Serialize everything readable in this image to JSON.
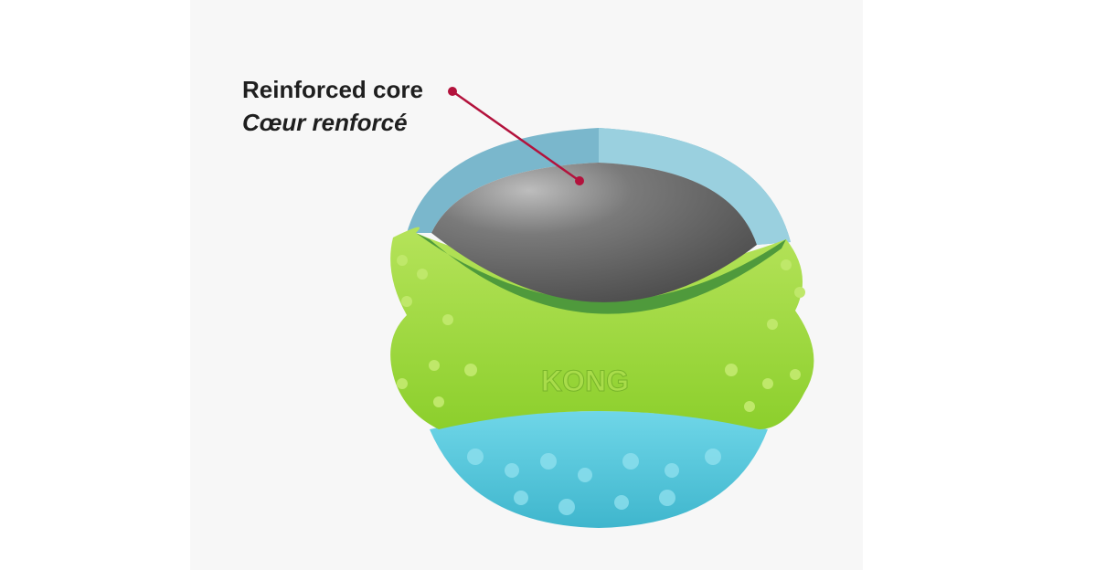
{
  "callout": {
    "english": "Reinforced core",
    "french": "Cœur renforcé",
    "leader_color": "#b3123c"
  },
  "product": {
    "brand_mark": "KONG",
    "colors": {
      "outer_ring": "#7ab7cc",
      "outer_ring_light": "#9ad0df",
      "core": "#5f5f5f",
      "green_band": "#9ad431",
      "green_cut": "#4f9a3c",
      "blue_bottom": "#55c8dc"
    }
  }
}
